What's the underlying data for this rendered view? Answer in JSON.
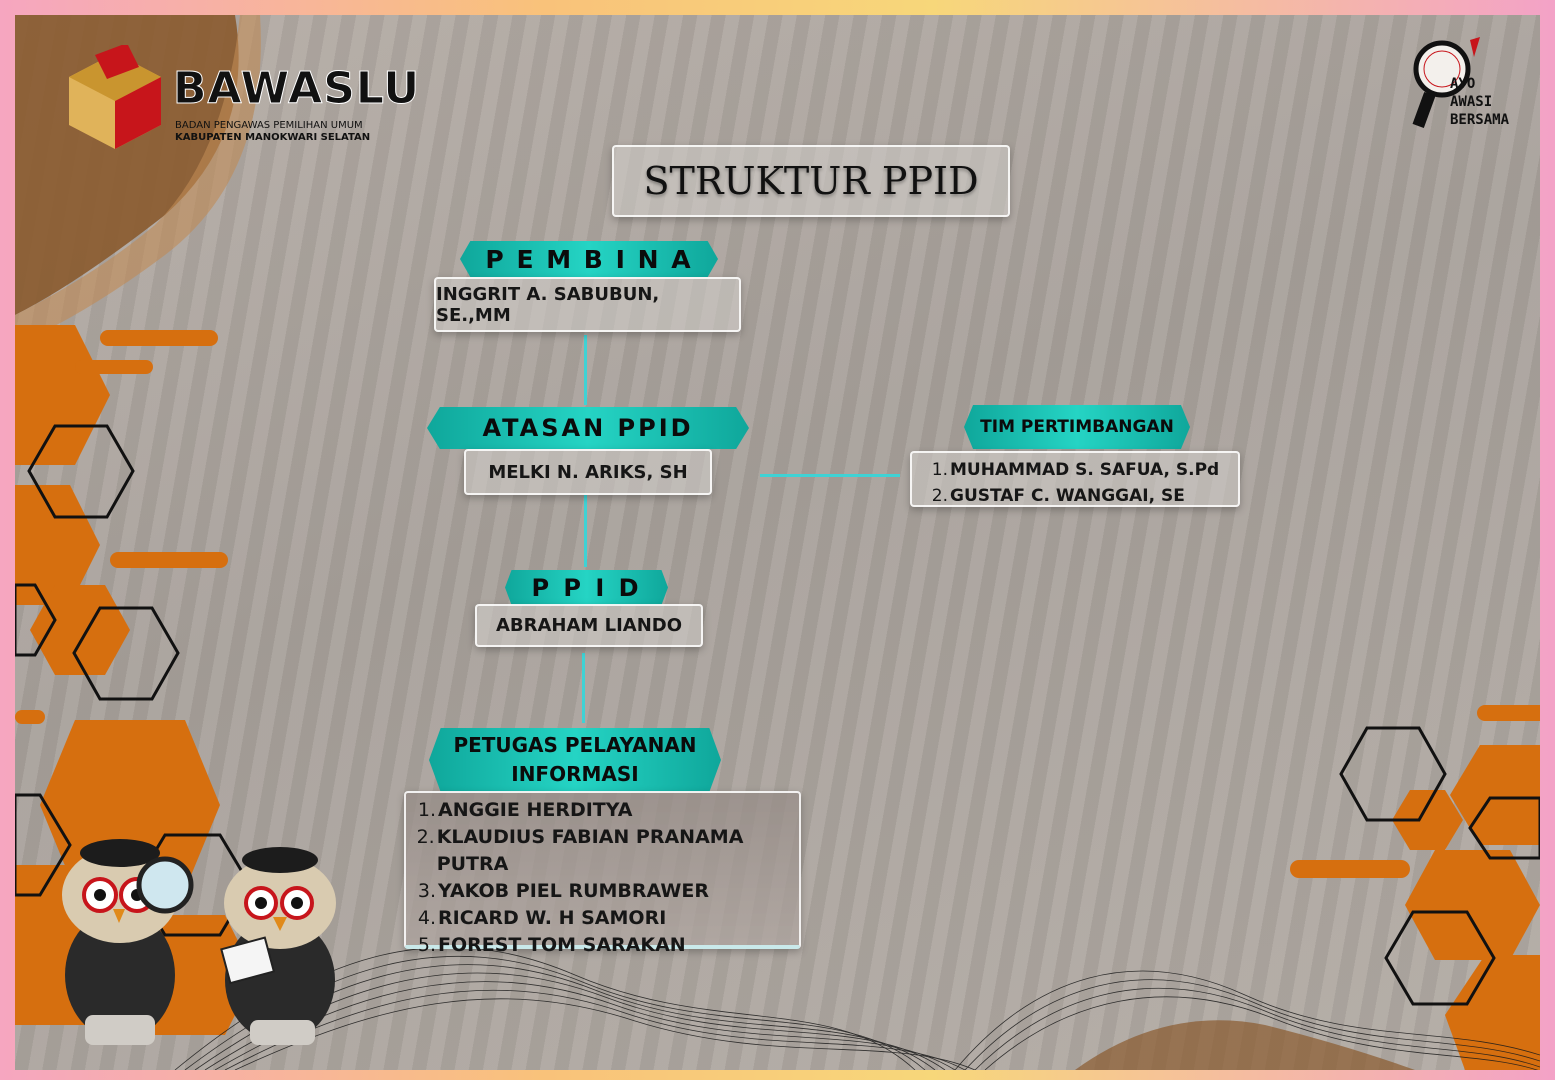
{
  "header": {
    "brand_name": "BAWASLU",
    "brand_sub1": "BADAN PENGAWAS PEMILIHAN UMUM",
    "brand_sub2": "KABUPATEN MANOKWARI SELATAN",
    "right_logo_text": "AYO AWASI BERSAMA"
  },
  "title": "STRUKTUR PPID",
  "pembina": {
    "label": "P E M B I N A",
    "name": "INGGRIT A. SABUBUN, SE.,MM"
  },
  "atasan": {
    "label": "ATASAN PPID",
    "name": "MELKI N. ARIKS, SH"
  },
  "tim": {
    "label": "TIM PERTIMBANGAN",
    "members": [
      {
        "no": "1.",
        "name": "MUHAMMAD S. SAFUA, S.Pd"
      },
      {
        "no": "2.",
        "name": "GUSTAF C. WANGGAI, SE"
      }
    ]
  },
  "ppid": {
    "label": "P P I D",
    "name": "ABRAHAM LIANDO"
  },
  "petugas": {
    "label_line1": "PETUGAS PELAYANAN",
    "label_line2": "INFORMASI",
    "members": [
      {
        "no": "1.",
        "name": "ANGGIE HERDITYA"
      },
      {
        "no": "2.",
        "name": "KLAUDIUS FABIAN PRANAMA PUTRA"
      },
      {
        "no": "3.",
        "name": "YAKOB PIEL RUMBRAWER"
      },
      {
        "no": "4.",
        "name": "RICARD W. H SAMORI"
      },
      {
        "no": "5.",
        "name": "FOREST TOM SARAKAN"
      }
    ]
  },
  "colors": {
    "accent": "#19c2b3",
    "orange": "#d66f0f",
    "line": "#3fd2d4"
  }
}
